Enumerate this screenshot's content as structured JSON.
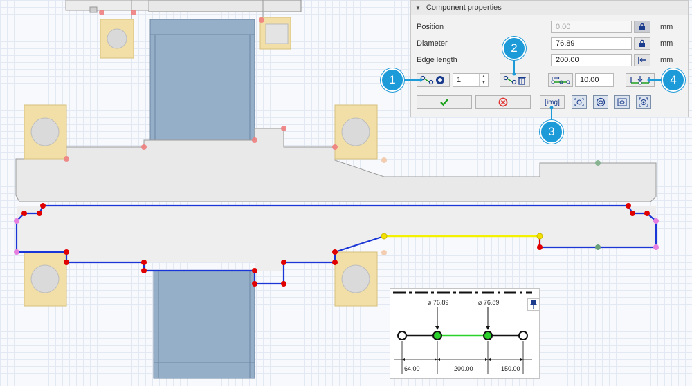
{
  "panel": {
    "title": "Component properties",
    "rows": [
      {
        "label": "Position",
        "value": "0.00",
        "unit": "mm",
        "disabled": true
      },
      {
        "label": "Diameter",
        "value": "76.89",
        "unit": "mm"
      },
      {
        "label": "Edge length",
        "value": "200.00",
        "unit": "mm"
      }
    ],
    "node_count": "1",
    "offset_value": "10.00",
    "img_label": "img"
  },
  "callouts": [
    "1",
    "2",
    "3",
    "4"
  ],
  "schematic": {
    "diameters": [
      "⌀ 76.89",
      "⌀ 76.89"
    ],
    "lengths": [
      "64.00",
      "200.00",
      "150.00"
    ]
  },
  "colors": {
    "contour": "#1a36d6",
    "selected_edge": "#f3f000",
    "node": "#e00000",
    "node_open": "#e680e0",
    "callout": "#1d9ad8",
    "bearing_outer": "#f1dfa7",
    "hub": "#95afc8",
    "shaft": "#e8e8e8",
    "schematic_active": "#2bd12b"
  }
}
